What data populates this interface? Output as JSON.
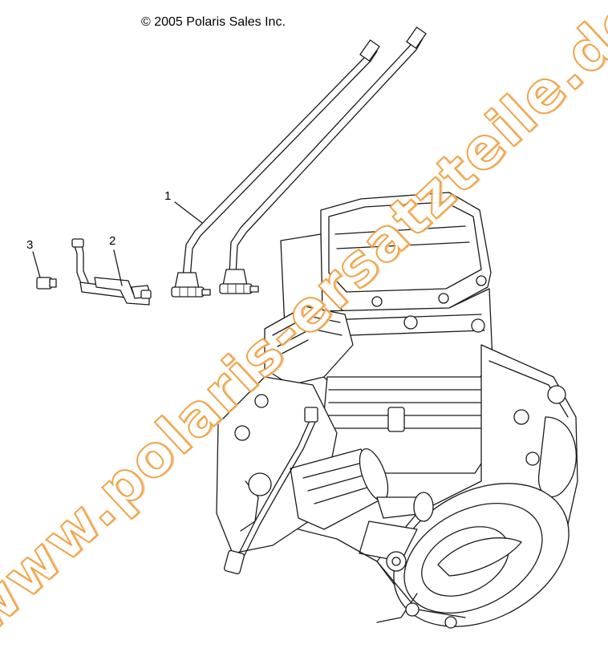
{
  "copyright": "© 2005 Polaris Sales Inc.",
  "watermark": "www.polaris-ersatzteile.de",
  "callouts": [
    {
      "label": "1"
    },
    {
      "label": "2"
    },
    {
      "label": "3"
    }
  ],
  "colors": {
    "line": "#1a1a1a",
    "watermark_stroke": "#f0a040"
  }
}
